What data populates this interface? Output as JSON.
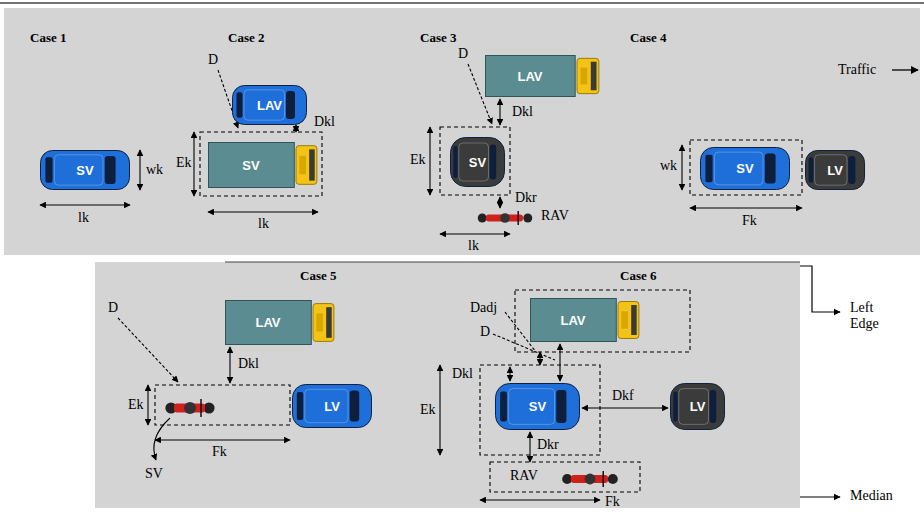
{
  "diagram": {
    "nodes": [
      {
        "text": [
          "SV"
        ]
      },
      {
        "text": [
          "LAV"
        ]
      },
      {
        "text": [
          "SV"
        ]
      },
      {
        "text": [
          "LAV"
        ]
      },
      {
        "text": [
          "SV"
        ]
      },
      {
        "text": [
          "RAV"
        ]
      },
      {
        "text": [
          "SV"
        ]
      },
      {
        "text": [
          "LV"
        ]
      },
      {
        "text": [
          "LAV"
        ]
      },
      {
        "text": [
          "SV"
        ]
      },
      {
        "text": [
          "LV"
        ]
      },
      {
        "text": [
          "LAV"
        ]
      },
      {
        "text": [
          "SV"
        ]
      },
      {
        "text": [
          "LV"
        ]
      },
      {
        "text": [
          "RAV"
        ]
      }
    ],
    "labels": [
      "Case 1",
      "wk",
      "lk",
      "Case 2",
      "D",
      "Dkl",
      "Ek",
      "lk",
      "Case 3",
      "D",
      "Dkl",
      "Ek",
      "Dkr",
      "lk",
      "Case 4",
      "wk",
      "Fk",
      "Traffic",
      "Case 5",
      "D",
      "Dkl",
      "Ek",
      "Fk",
      "Case 6",
      "Dadj",
      "D",
      "Dkl",
      "Ek",
      "Dkf",
      "Dkr",
      "Fk",
      "Left Edge",
      "Median"
    ]
  }
}
